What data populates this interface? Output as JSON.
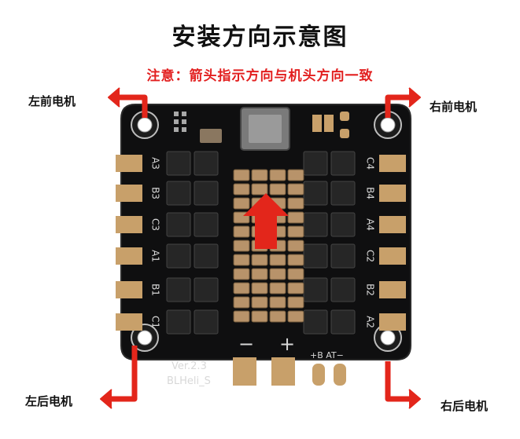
{
  "title": "安装方向示意图",
  "note": "注意：箭头指示方向与机头方向一致",
  "motors": {
    "front_left": "左前电机",
    "front_right": "右前电机",
    "rear_left": "左后电机",
    "rear_right": "右后电机"
  },
  "board": {
    "left_pads": [
      "A3",
      "B3",
      "C3",
      "A1",
      "B1",
      "C1"
    ],
    "right_pads": [
      "C4",
      "B4",
      "A4",
      "C2",
      "B2",
      "A2"
    ],
    "minus": "−",
    "plus": "+",
    "version": "Ver.2.3",
    "firmware": "BLHeli_S",
    "battery_label": "+B AT−"
  },
  "colors": {
    "pcb": "#0f0f10",
    "pad": "#c8a06a",
    "arrow": "#e3261b",
    "silk": "#d8d8d8",
    "title": "#111111",
    "note": "#e21f1f"
  },
  "icons": {
    "direction_arrow": "up-arrow-icon",
    "motor_arrows": [
      "left-turn-arrow-icon",
      "right-turn-arrow-icon",
      "left-turn-arrow-icon",
      "right-turn-arrow-icon"
    ]
  }
}
